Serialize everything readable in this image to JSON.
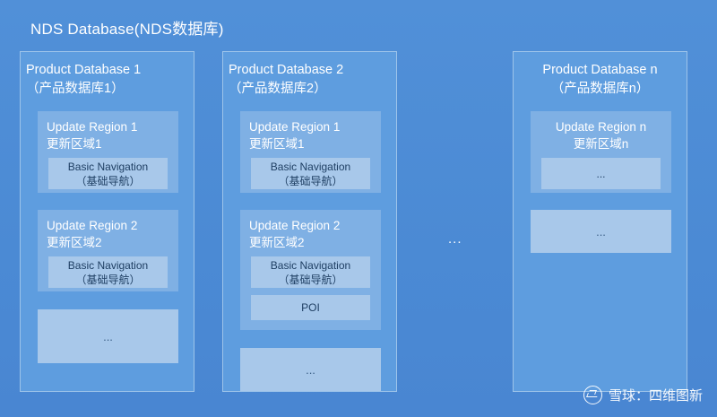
{
  "title": "NDS Database(NDS数据库)",
  "between_ellipsis": "...",
  "watermark": {
    "icon": "snowball-logo-icon",
    "text": "雪球：四维图新"
  },
  "panels": [
    {
      "title": "Product Database 1\n（产品数据库1）",
      "title_align": "left",
      "regions": [
        {
          "label": "Update Region 1\n更新区域1",
          "label_align": "left",
          "sub": "Basic Navigation\n（基础导航）"
        },
        {
          "label": "Update Region 2\n更新区域2",
          "label_align": "left",
          "sub": "Basic Navigation\n（基础导航）"
        }
      ],
      "extra_blocks": [
        "..."
      ]
    },
    {
      "title": "Product Database 2\n（产品数据库2）",
      "title_align": "left",
      "regions": [
        {
          "label": "Update Region 1\n更新区域1",
          "label_align": "left",
          "sub": "Basic Navigation\n（基础导航）"
        },
        {
          "label": "Update Region 2\n更新区域2",
          "label_align": "left",
          "sub": "Basic Navigation\n（基础导航）",
          "sub2": "POI"
        }
      ],
      "extra_blocks": [
        "..."
      ]
    },
    {
      "title": "Product Database n\n（产品数据库n）",
      "title_align": "center",
      "regions": [
        {
          "label": "Update Region n\n更新区域n",
          "label_align": "center",
          "sub": "..."
        }
      ],
      "extra_blocks": [
        "..."
      ]
    }
  ]
}
